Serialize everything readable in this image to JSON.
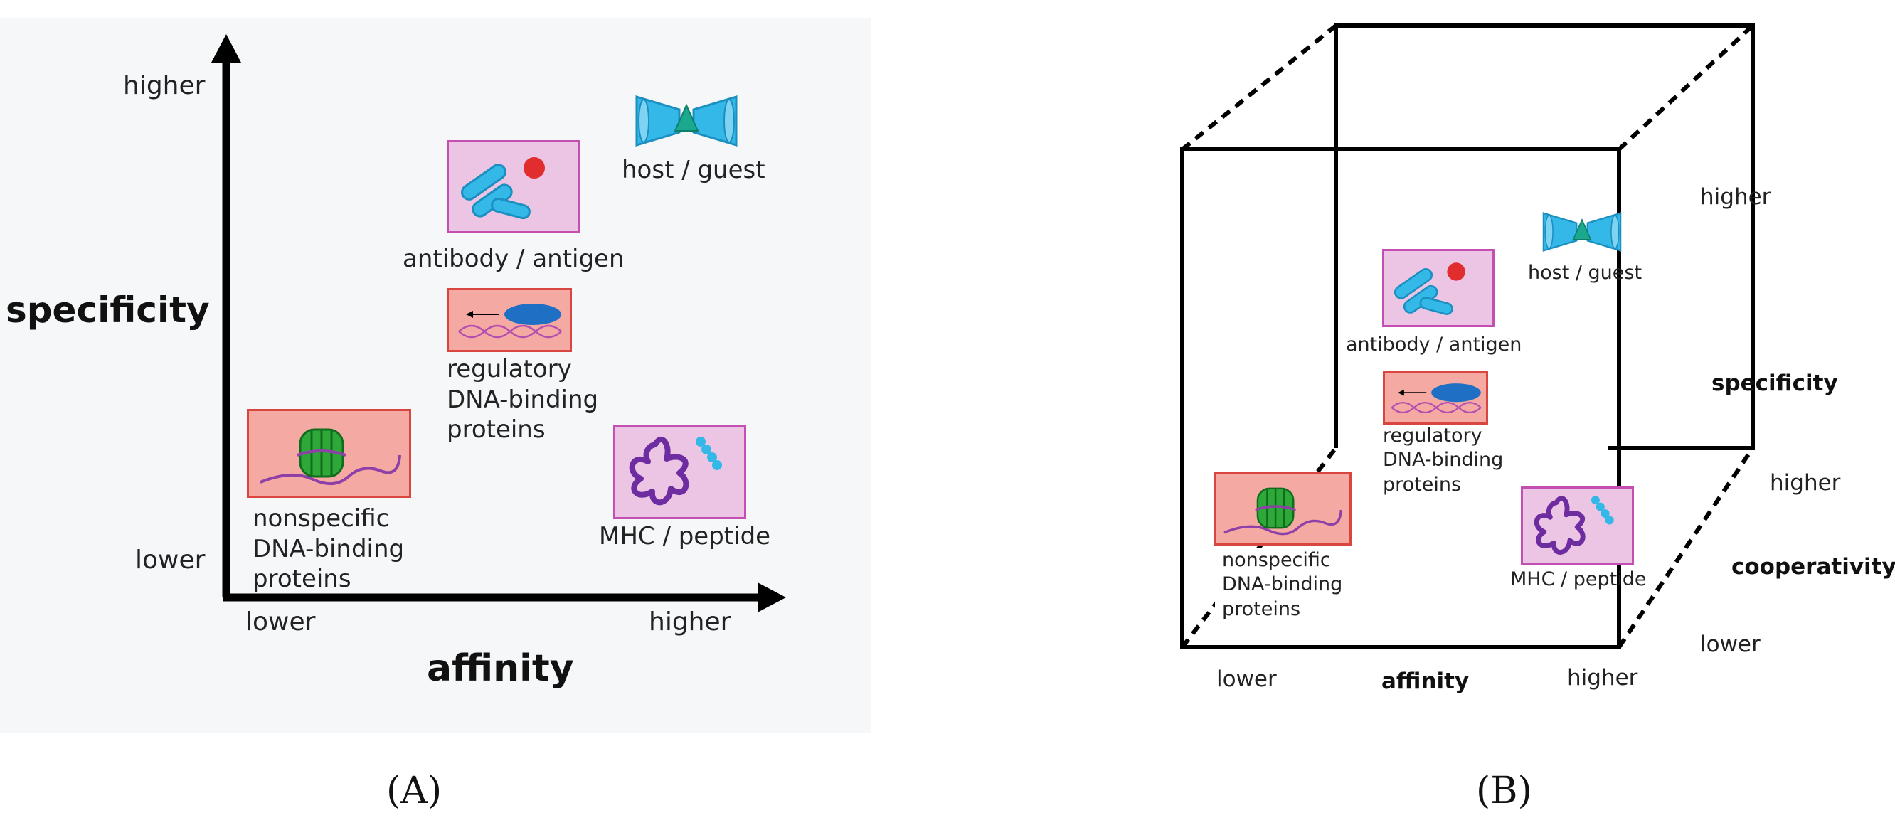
{
  "panel_a": {
    "y_axis": {
      "title": "specificity",
      "high": "higher",
      "low": "lower"
    },
    "x_axis": {
      "title": "affinity",
      "low": "lower",
      "high": "higher"
    },
    "items": {
      "host_guest": "host / guest",
      "antibody_antigen": "antibody / antigen",
      "regulatory": "regulatory\nDNA-binding\nproteins",
      "nonspecific": "nonspecific\nDNA-binding\nproteins",
      "mhc_peptide": "MHC / peptide"
    },
    "caption": "(A)"
  },
  "panel_b": {
    "specificity": {
      "title": "specificity",
      "high": "higher"
    },
    "cooperativity": {
      "title": "cooperativity",
      "high": "higher",
      "low": "lower"
    },
    "affinity": {
      "title": "affinity",
      "low": "lower",
      "high": "higher"
    },
    "items": {
      "host_guest": "host / guest",
      "antibody_antigen": "antibody / antigen",
      "regulatory": "regulatory\nDNA-binding\nproteins",
      "nonspecific": "nonspecific\nDNA-binding\nproteins",
      "mhc_peptide": "MHC / peptide"
    },
    "caption": "(B)"
  },
  "colors": {
    "panel_a_background": "#f5f7f9",
    "pink_fill": "#ecc4e4",
    "pink_border": "#c44fb2",
    "salmon_fill": "#f4a9a3",
    "salmon_border": "#d9453f",
    "cyan": "#33b8e8",
    "purple": "#6d2da0",
    "green": "#2fa83a",
    "red_dot": "#e12d2d",
    "blue_ellipse": "#1f6fc4"
  }
}
